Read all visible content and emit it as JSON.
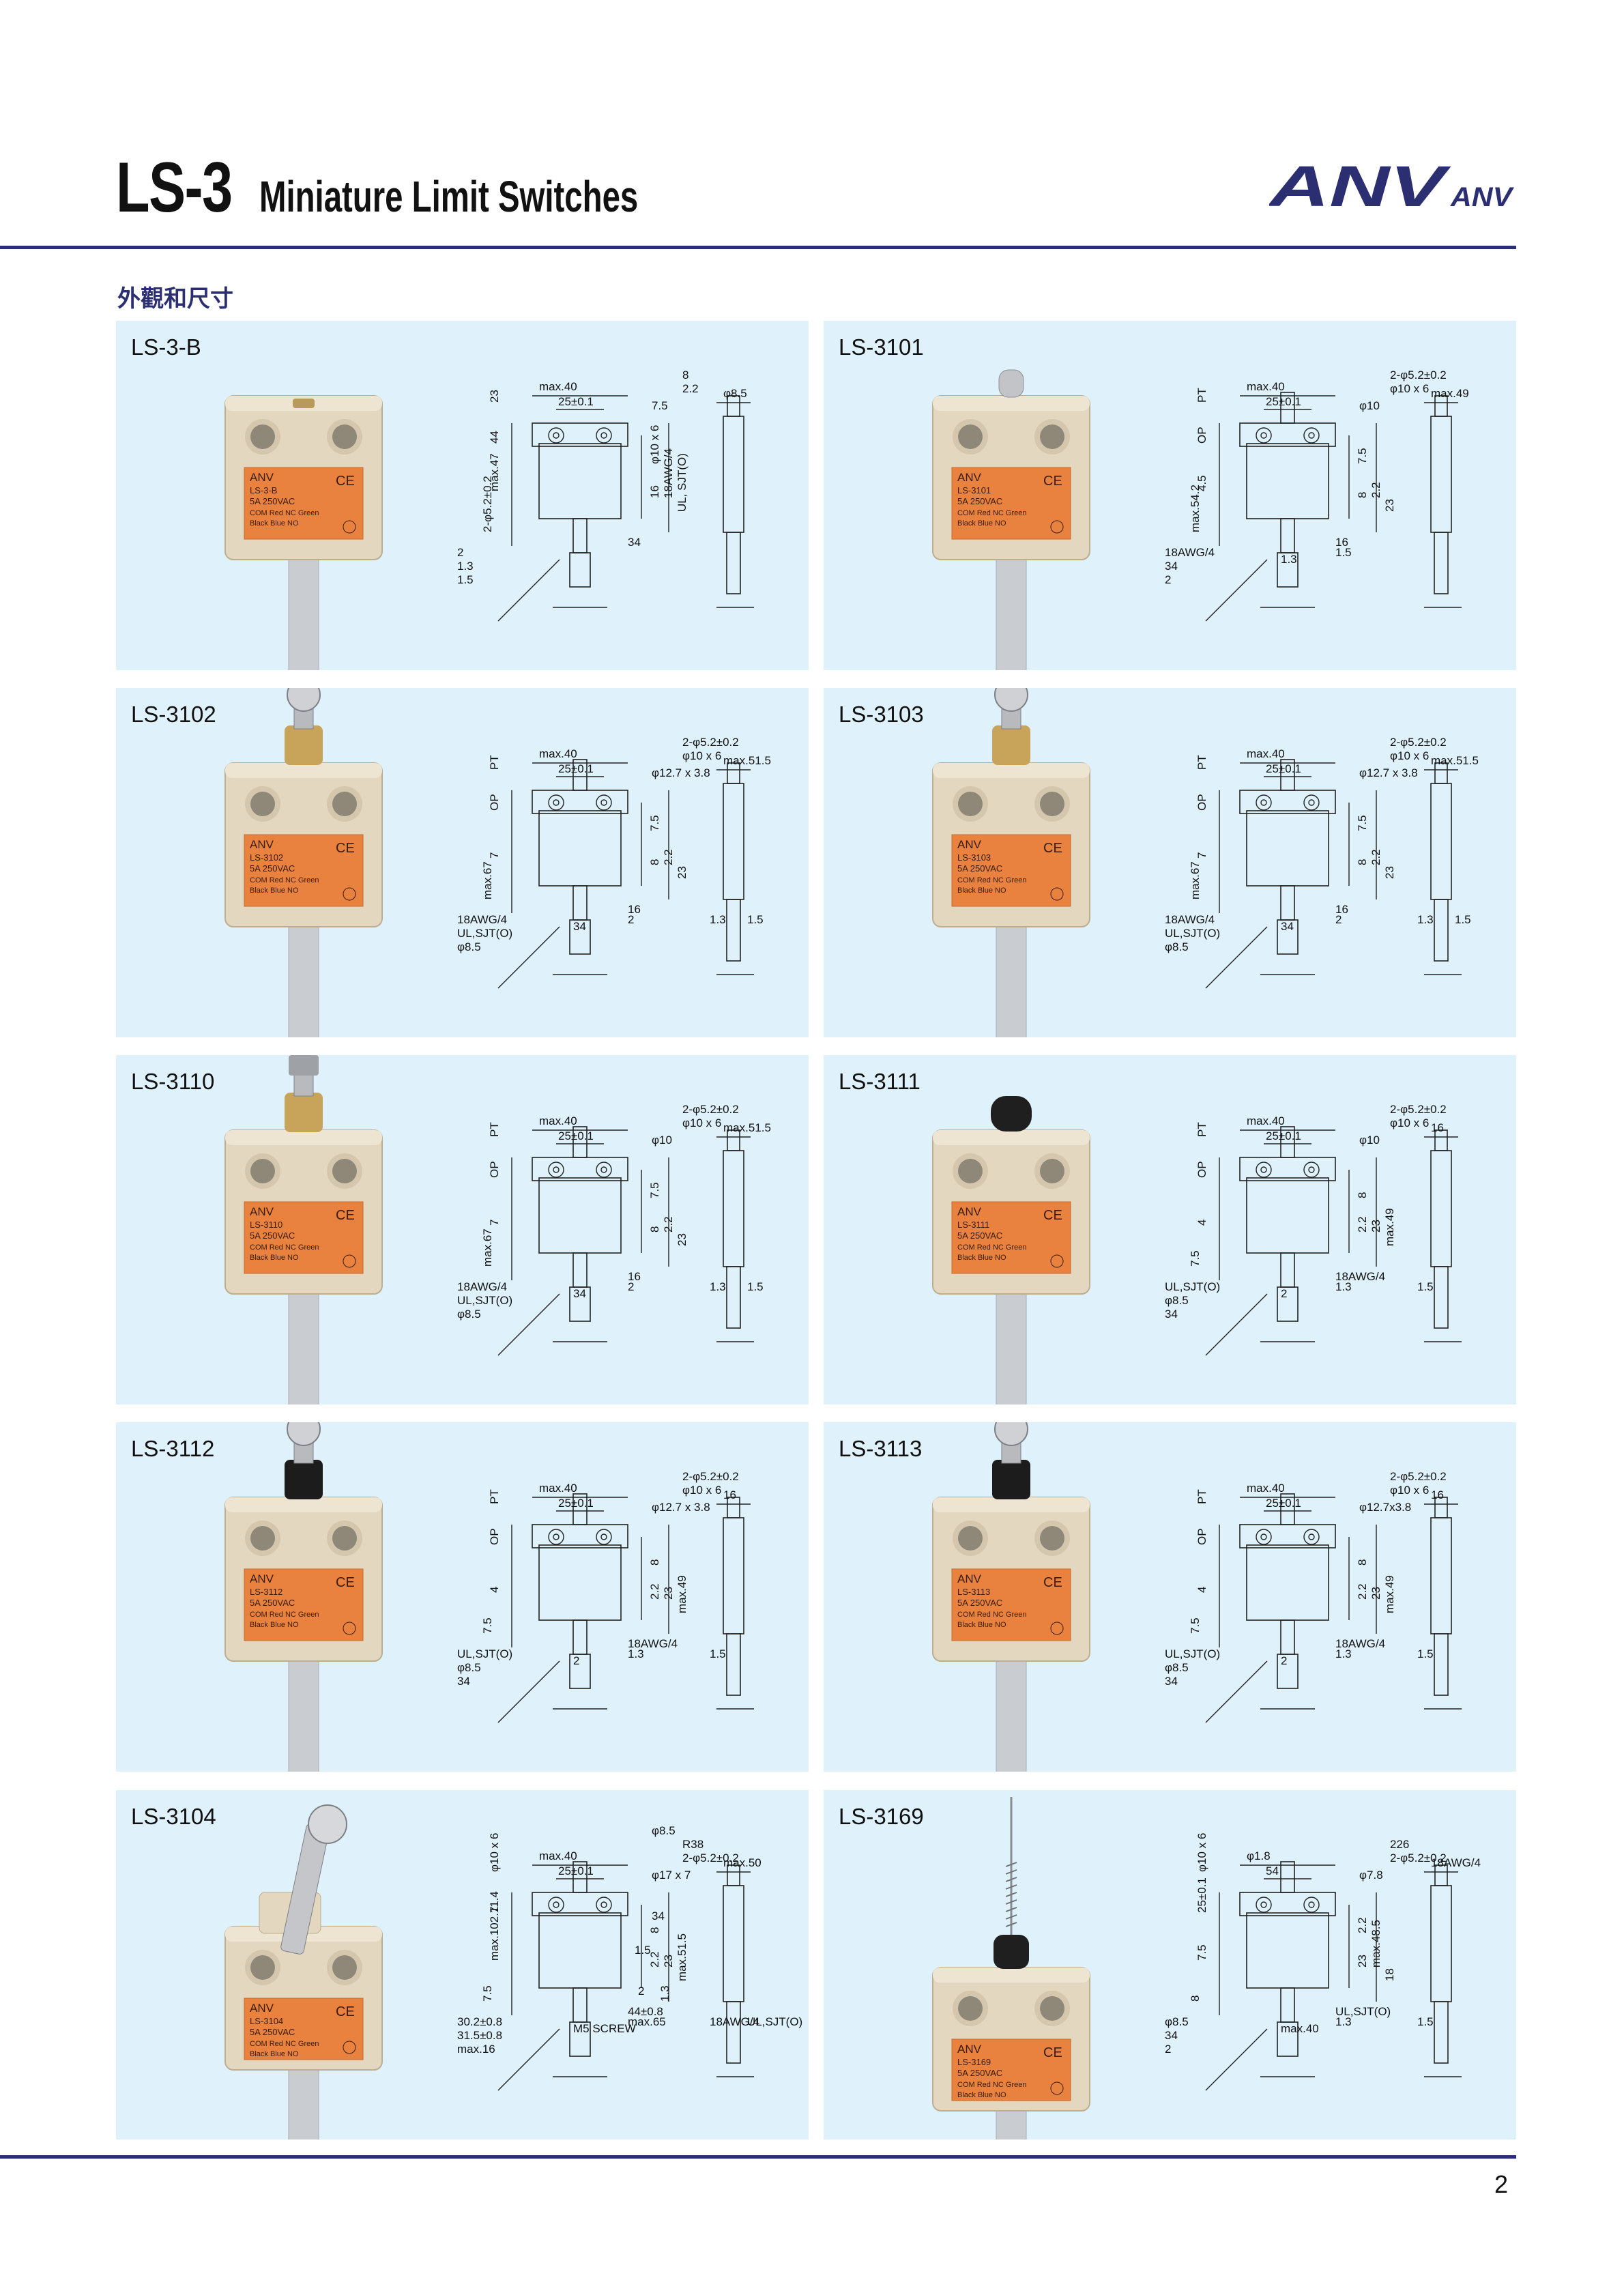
{
  "header": {
    "code": "LS-3",
    "title": "Miniature Limit Switches",
    "logo_main": "ANV",
    "logo_small": "ANV",
    "brand_color": "#2b2f72"
  },
  "section_title": "外觀和尺寸",
  "page_number": "2",
  "panels": [
    {
      "model": "LS-3-B",
      "body": {
        "brand": "ANV",
        "line1": "LS-3-B",
        "line2": "5A 250VAC",
        "line3": "COM   Red  NC  Green",
        "line4": "Black  Blue  NO"
      },
      "dims": [
        "max.40",
        "25±0.1",
        "7.5",
        "8",
        "2.2",
        "23",
        "44",
        "max.47",
        "2-φ5.2±0.2",
        "φ10 x 6",
        "16",
        "18AWG/4",
        "UL, SJT(O)",
        "φ8.5",
        "34",
        "2",
        "1.3",
        "1.5"
      ]
    },
    {
      "model": "LS-3101",
      "body": {
        "brand": "ANV",
        "line1": "LS-3101",
        "line2": "5A 250VAC",
        "line3": "COM   Red  NC  Green",
        "line4": "Black  Blue  NO"
      },
      "dims": [
        "max.40",
        "25±0.1",
        "φ10",
        "2-φ5.2±0.2",
        "φ10 x 6",
        "PT",
        "OP",
        "4.5",
        "max.54.2",
        "7.5",
        "8",
        "2.2",
        "23",
        "max.49",
        "16",
        "18AWG/4",
        "34",
        "2",
        "1.3",
        "1.5"
      ]
    },
    {
      "model": "LS-3102",
      "body": {
        "brand": "ANV",
        "line1": "LS-3102",
        "line2": "5A 250VAC",
        "line3": "COM   Red  NC  Green",
        "line4": "Black  Blue  NO"
      },
      "dims": [
        "max.40",
        "25±0.1",
        "φ12.7 x 3.8",
        "2-φ5.2±0.2",
        "φ10 x 6",
        "PT",
        "OP",
        "7",
        "max.67",
        "7.5",
        "8",
        "2.2",
        "23",
        "max.51.5",
        "16",
        "18AWG/4",
        "UL,SJT(O)",
        "φ8.5",
        "34",
        "2",
        "1.3",
        "1.5"
      ]
    },
    {
      "model": "LS-3103",
      "body": {
        "brand": "ANV",
        "line1": "LS-3103",
        "line2": "5A 250VAC",
        "line3": "COM   Red  NC  Green",
        "line4": "Black  Blue  NO"
      },
      "dims": [
        "max.40",
        "25±0.1",
        "φ12.7 x 3.8",
        "2-φ5.2±0.2",
        "φ10 x 6",
        "PT",
        "OP",
        "7",
        "max.67",
        "7.5",
        "8",
        "2.2",
        "23",
        "max.51.5",
        "16",
        "18AWG/4",
        "UL,SJT(O)",
        "φ8.5",
        "34",
        "2",
        "1.3",
        "1.5"
      ]
    },
    {
      "model": "LS-3110",
      "body": {
        "brand": "ANV",
        "line1": "LS-3110",
        "line2": "5A 250VAC",
        "line3": "COM   Red  NC  Green",
        "line4": "Black  Blue  NO"
      },
      "dims": [
        "max.40",
        "25±0.1",
        "φ10",
        "2-φ5.2±0.2",
        "φ10 x 6",
        "PT",
        "OP",
        "7",
        "max.67",
        "7.5",
        "8",
        "2.2",
        "23",
        "max.51.5",
        "16",
        "18AWG/4",
        "UL,SJT(O)",
        "φ8.5",
        "34",
        "2",
        "1.3",
        "1.5"
      ]
    },
    {
      "model": "LS-3111",
      "body": {
        "brand": "ANV",
        "line1": "LS-3111",
        "line2": "5A 250VAC",
        "line3": "COM   Red  NC  Green",
        "line4": "Black  Blue  NO"
      },
      "dims": [
        "max.40",
        "25±0.1",
        "φ10",
        "2-φ5.2±0.2",
        "φ10 x 6",
        "PT",
        "OP",
        "4",
        "7.5",
        "8",
        "2.2",
        "23",
        "max.49",
        "16",
        "18AWG/4",
        "UL,SJT(O)",
        "φ8.5",
        "34",
        "2",
        "1.3",
        "1.5"
      ]
    },
    {
      "model": "LS-3112",
      "body": {
        "brand": "ANV",
        "line1": "LS-3112",
        "line2": "5A 250VAC",
        "line3": "COM   Red  NC  Green",
        "line4": "Black  Blue  NO"
      },
      "dims": [
        "max.40",
        "25±0.1",
        "φ12.7 x 3.8",
        "2-φ5.2±0.2",
        "φ10 x 6",
        "PT",
        "OP",
        "4",
        "7.5",
        "8",
        "2.2",
        "23",
        "max.49",
        "16",
        "18AWG/4",
        "UL,SJT(O)",
        "φ8.5",
        "34",
        "2",
        "1.3",
        "1.5"
      ]
    },
    {
      "model": "LS-3113",
      "body": {
        "brand": "ANV",
        "line1": "LS-3113",
        "line2": "5A 250VAC",
        "line3": "COM   Red  NC  Green",
        "line4": "Black  Blue  NO"
      },
      "dims": [
        "max.40",
        "25±0.1",
        "φ12.7x3.8",
        "2-φ5.2±0.2",
        "φ10 x 6",
        "PT",
        "OP",
        "4",
        "7.5",
        "8",
        "2.2",
        "23",
        "max.49",
        "16",
        "18AWG/4",
        "UL,SJT(O)",
        "φ8.5",
        "34",
        "2",
        "1.3",
        "1.5"
      ]
    },
    {
      "model": "LS-3104",
      "body": {
        "brand": "ANV",
        "line1": "LS-3104",
        "line2": "5A 250VAC",
        "line3": "COM   Red  NC  Green",
        "line4": "Black  Blue  NO"
      },
      "dims": [
        "max.40",
        "25±0.1",
        "φ17 x 7",
        "R38",
        "2-φ5.2±0.2",
        "φ10 x 6",
        "11.4",
        "max.102.7",
        "7.5",
        "8",
        "2.2",
        "23",
        "max.51.5",
        "max.50",
        "44±0.8",
        "30.2±0.8",
        "31.5±0.8",
        "max.16",
        "M5 SCREW",
        "max.65",
        "18AWG/4",
        "UL,SJT(O)",
        "φ8.5",
        "34",
        "2",
        "1.3",
        "1.5"
      ]
    },
    {
      "model": "LS-3169",
      "body": {
        "brand": "ANV",
        "line1": "LS-3169",
        "line2": "5A 250VAC",
        "line3": "COM   Red  NC  Green",
        "line4": "Black  Blue  NO"
      },
      "dims": [
        "φ1.8",
        "54",
        "φ7.8",
        "226",
        "2-φ5.2±0.2",
        "φ10 x 6",
        "25±0.1",
        "7.5",
        "8",
        "2.2",
        "23",
        "max.48.5",
        "18",
        "18AWG/4",
        "UL,SJT(O)",
        "φ8.5",
        "34",
        "2",
        "max.40",
        "1.3",
        "1.5"
      ]
    }
  ]
}
